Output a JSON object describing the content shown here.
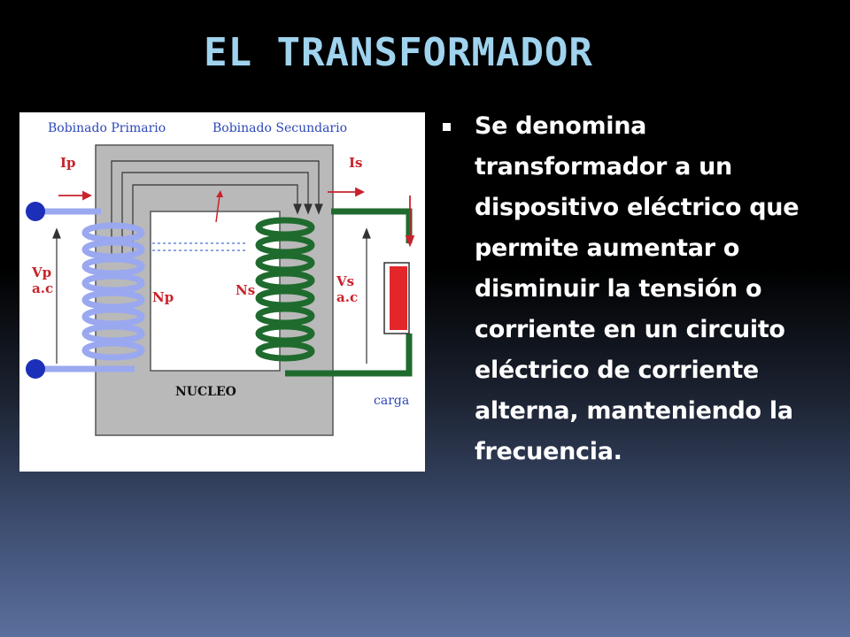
{
  "slide": {
    "title": "EL TRANSFORMADOR",
    "bullet_text": "Se denomina\ntransformador a un\ndispositivo eléctrico que\npermite aumentar o\ndisminuir la tensión  o\ncorriente en un circuito\neléctrico de corriente\nalterna, manteniendo la\nfrecuencia."
  },
  "diagram": {
    "label_primary_winding": "Bobinado Primario",
    "label_secondary_winding": "Bobinado Secundario",
    "label_ip": "Ip",
    "label_is": "Is",
    "label_vp": "Vp",
    "label_vp_ac": "a.c",
    "label_vs": "Vs",
    "label_vs_ac": "a.c",
    "label_np": "Np",
    "label_ns": "Ns",
    "label_core": "NUCLEO",
    "label_load": "carga",
    "colors": {
      "primary_coil": "#9aa8f0",
      "secondary_coil": "#1f6b2e",
      "core": "#b9b9b9",
      "load": "#e3262a",
      "terminal": "#1c2fb8"
    }
  }
}
